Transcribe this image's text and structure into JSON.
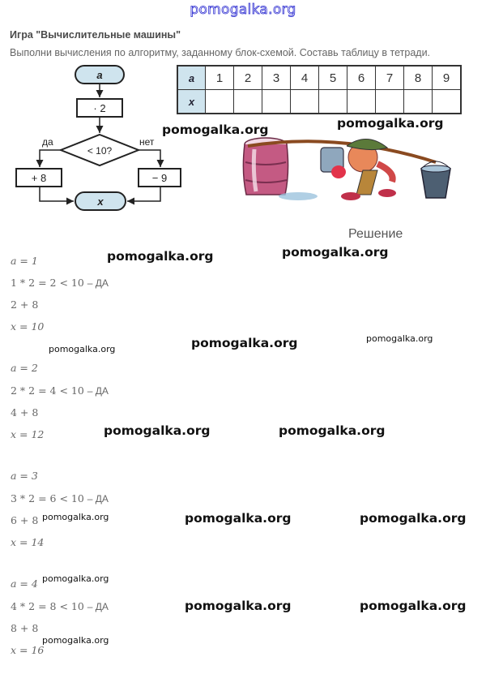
{
  "header": {
    "site_name": "pomogalka.org"
  },
  "task": {
    "title": "Игра \"Вычислительные машины\"",
    "description": "Выполни вычисления по алгоритму, заданному блок-схемой. Составь таблицу в тетради."
  },
  "flowchart": {
    "start": "a",
    "step_multiply": "· 2",
    "condition": "< 10?",
    "yes_label": "да",
    "no_label": "нет",
    "yes_action": "+ 8",
    "no_action": "− 9",
    "end": "x"
  },
  "table": {
    "row_a_label": "a",
    "row_x_label": "x",
    "a_values": [
      "1",
      "2",
      "3",
      "4",
      "5",
      "6",
      "7",
      "8",
      "9"
    ],
    "x_values": [
      "",
      "",
      "",
      "",
      "",
      "",
      "",
      "",
      ""
    ]
  },
  "solution": {
    "label": "Решение",
    "blocks": [
      {
        "a": "a = 1",
        "calc": "1 * 2 = 2 < 10",
        "verdict": "– ДА",
        "add": "2 + 8",
        "x": "x = 10"
      },
      {
        "a": "a = 2",
        "calc": "2 * 2 = 4 < 10",
        "verdict": "– ДА",
        "add": "4 + 8",
        "x": "x = 12"
      },
      {
        "a": "a = 3",
        "calc": "3 * 2 = 6 < 10",
        "verdict": "– ДА",
        "add": "6 + 8",
        "x": "x = 14"
      },
      {
        "a": "a = 4",
        "calc": "4 * 2 = 8 < 10",
        "verdict": "– ДА",
        "add": "8 + 8",
        "x": "x = 16"
      }
    ]
  },
  "watermarks": [
    "pomogalka.org",
    "pomogalka.org",
    "pomogalka.org",
    "pomogalka.org",
    "pomogalka.org",
    "pomogalka.org",
    "pomogalka.org",
    "pomogalka.org",
    "pomogalka.org",
    "pomogalka.org",
    "pomogalka.org",
    "pomogalka.org",
    "pomogalka.org",
    "pomogalka.org",
    "pomogalka.org",
    "pomogalka.org"
  ],
  "colors": {
    "header_outline": "#2a2ad0",
    "terminal_fill": "#cfe4ee",
    "text_gray": "#666666"
  }
}
